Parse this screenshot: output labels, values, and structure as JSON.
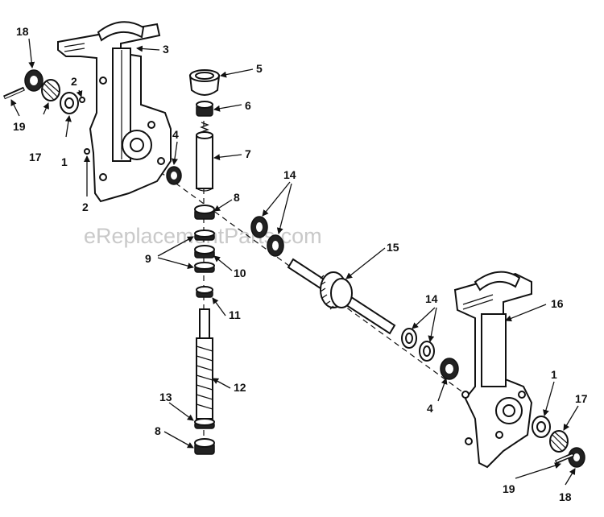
{
  "watermark": "eReplacementParts.com",
  "callouts": {
    "c1a": "1",
    "c1b": "1",
    "c2a": "2",
    "c2b": "2",
    "c3": "3",
    "c4a": "4",
    "c4b": "4",
    "c5": "5",
    "c6": "6",
    "c7": "7",
    "c8a": "8",
    "c8b": "8",
    "c9": "9",
    "c10": "10",
    "c11": "11",
    "c12": "12",
    "c13": "13",
    "c14a": "14",
    "c14b": "14",
    "c15": "15",
    "c16": "16",
    "c17a": "17",
    "c17b": "17",
    "c18a": "18",
    "c18b": "18",
    "c19a": "19",
    "c19b": "19"
  }
}
